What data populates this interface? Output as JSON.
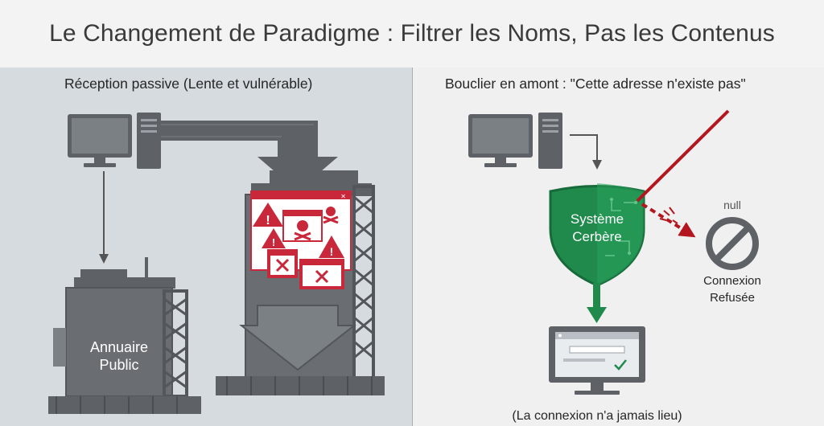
{
  "title": "Le Changement de Paradigme : Filtrer les Noms, Pas les Contenus",
  "left": {
    "heading": "Réception passive (Lente et vulnérable)",
    "directory_line1": "Annuaire",
    "directory_line2": "Public"
  },
  "right": {
    "heading": "Bouclier en amont : \"Cette adresse n'existe pas\"",
    "shield_line1": "Système",
    "shield_line2": "Cerbère",
    "null_label": "null",
    "refused_line1": "Connexion",
    "refused_line2": "Refusée",
    "footer": "(La connexion n'a jamais lieu)"
  },
  "colors": {
    "left_bg": "#d6dbe0",
    "building": "#5e6266",
    "threat_red": "#c8283a",
    "shield_green": "#1f8a4c",
    "attack_red": "#b3161e",
    "accepted_green": "#1f8a4c"
  }
}
